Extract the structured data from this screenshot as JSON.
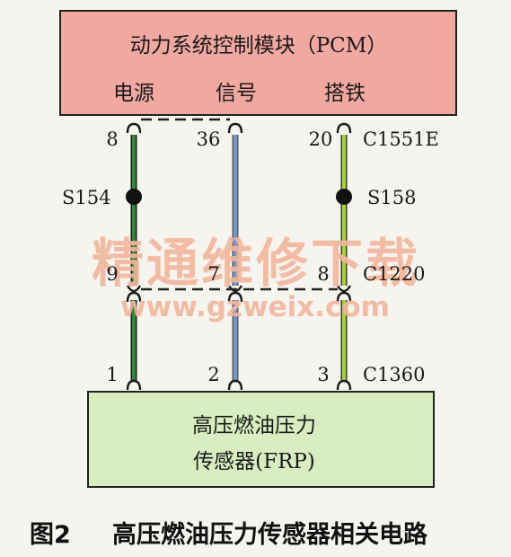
{
  "pcm": {
    "title": "动力系统控制模块（PCM）",
    "power_label": "电源",
    "signal_label": "信号",
    "ground_label": "搭铁"
  },
  "pins_top": [
    "8",
    "36",
    "20"
  ],
  "connector_top": "C1551E",
  "splices": [
    "S154",
    "S158"
  ],
  "pins_mid": [
    "9",
    "7",
    "8"
  ],
  "connector_mid": "C1220",
  "pins_bottom": [
    "1",
    "2",
    "3"
  ],
  "connector_bottom": "C1360",
  "sensor": {
    "line1": "高压燃油压力",
    "line2": "传感器(FRP)"
  },
  "watermark": {
    "cn": "精通维修下载",
    "url": "www.gzweix.com"
  },
  "caption": {
    "figure": "图2",
    "title": "高压燃油压力传感器相关电路"
  },
  "colors": {
    "pcm_fill": "#f0a8a0",
    "sensor_fill": "#d8eec0",
    "wire_power": "#2e8a3a",
    "wire_signal": "#6f98cf",
    "wire_ground": "#a8d630",
    "watermark": "#f2b79c"
  }
}
